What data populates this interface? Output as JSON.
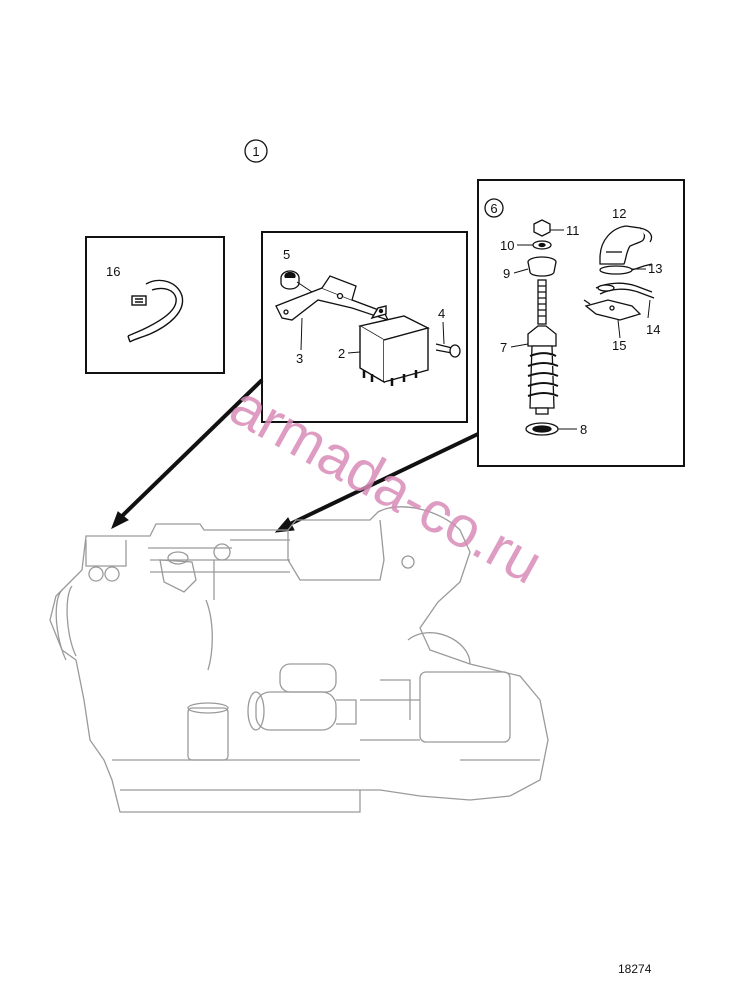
{
  "callouts": {
    "main": "1",
    "kit": "6"
  },
  "parts": {
    "p2": "2",
    "p3": "3",
    "p4": "4",
    "p5": "5",
    "p7": "7",
    "p8": "8",
    "p9": "9",
    "p10": "10",
    "p11": "11",
    "p12": "12",
    "p13": "13",
    "p14": "14",
    "p15": "15",
    "p16": "16"
  },
  "watermark": "armada-co.ru",
  "drawing_number": "18274",
  "colors": {
    "line": "#111111",
    "engine_line": "#9a9a9a",
    "watermark": "#d98bb8"
  }
}
